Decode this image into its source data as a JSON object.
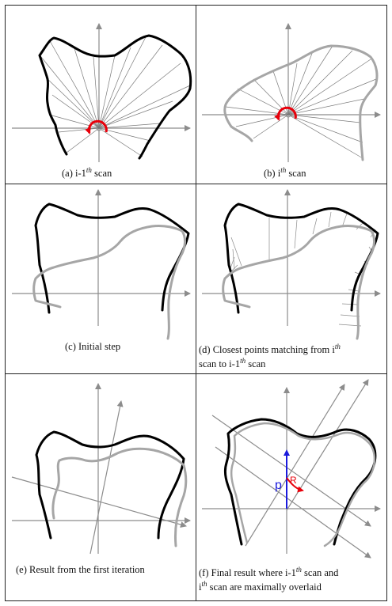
{
  "figure": {
    "panels": [
      {
        "id": "a",
        "label": "(a)",
        "text_pre": "i-1",
        "sup": "th",
        "text_post": " scan"
      },
      {
        "id": "b",
        "label": "(b)",
        "text_pre": "i",
        "sup": "th",
        "text_post": " scan"
      },
      {
        "id": "c",
        "label": "(c)",
        "text": "Initial step"
      },
      {
        "id": "d",
        "label": "(d)",
        "text_pre": "Closest points matching from i",
        "sup": "th",
        "line2_pre": "scan to i-1",
        "sup2": "th",
        "line2_post": " scan"
      },
      {
        "id": "e",
        "label": "(e)",
        "text": "Result from the first iteration"
      },
      {
        "id": "f",
        "label": "(f)",
        "line1_pre": "Final result where i-1",
        "sup": "th",
        "line1_post": " scan and",
        "line2_pre": "i",
        "sup2": "th",
        "line2_post": " scan are maximally overlaid"
      }
    ],
    "annotations": {
      "p": "p",
      "R": "R"
    },
    "colors": {
      "scan_prev": "#000000",
      "scan_curr": "#a6a6a6",
      "axis": "#8c8c8c",
      "rotation": "#e8000b",
      "translation": "#1a1adc"
    }
  }
}
